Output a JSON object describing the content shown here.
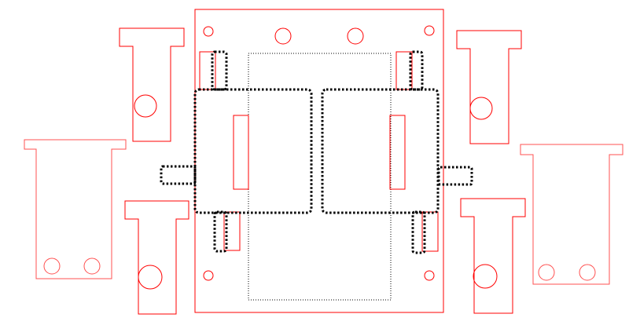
{
  "drawing": {
    "colors": {
      "outline_red": "#ff0000",
      "outline_light_red": "#ff5050",
      "hidden_line": "#000000",
      "background": "#ffffff"
    },
    "line_styles": [
      "solid",
      "dotted-heavy",
      "dotted-thin"
    ],
    "parts": [
      {
        "name": "base-plate",
        "style": "solid"
      },
      {
        "name": "center-window",
        "style": "dotted-thin"
      },
      {
        "name": "left-clamp-block",
        "style": "dotted-heavy"
      },
      {
        "name": "right-clamp-block",
        "style": "dotted-heavy"
      },
      {
        "name": "t-bracket-upper-left",
        "style": "solid"
      },
      {
        "name": "t-bracket-upper-right",
        "style": "solid"
      },
      {
        "name": "t-bracket-lower-left",
        "style": "solid"
      },
      {
        "name": "t-bracket-lower-right",
        "style": "solid"
      },
      {
        "name": "wide-bracket-left",
        "style": "solid"
      },
      {
        "name": "wide-bracket-right",
        "style": "solid"
      }
    ]
  }
}
